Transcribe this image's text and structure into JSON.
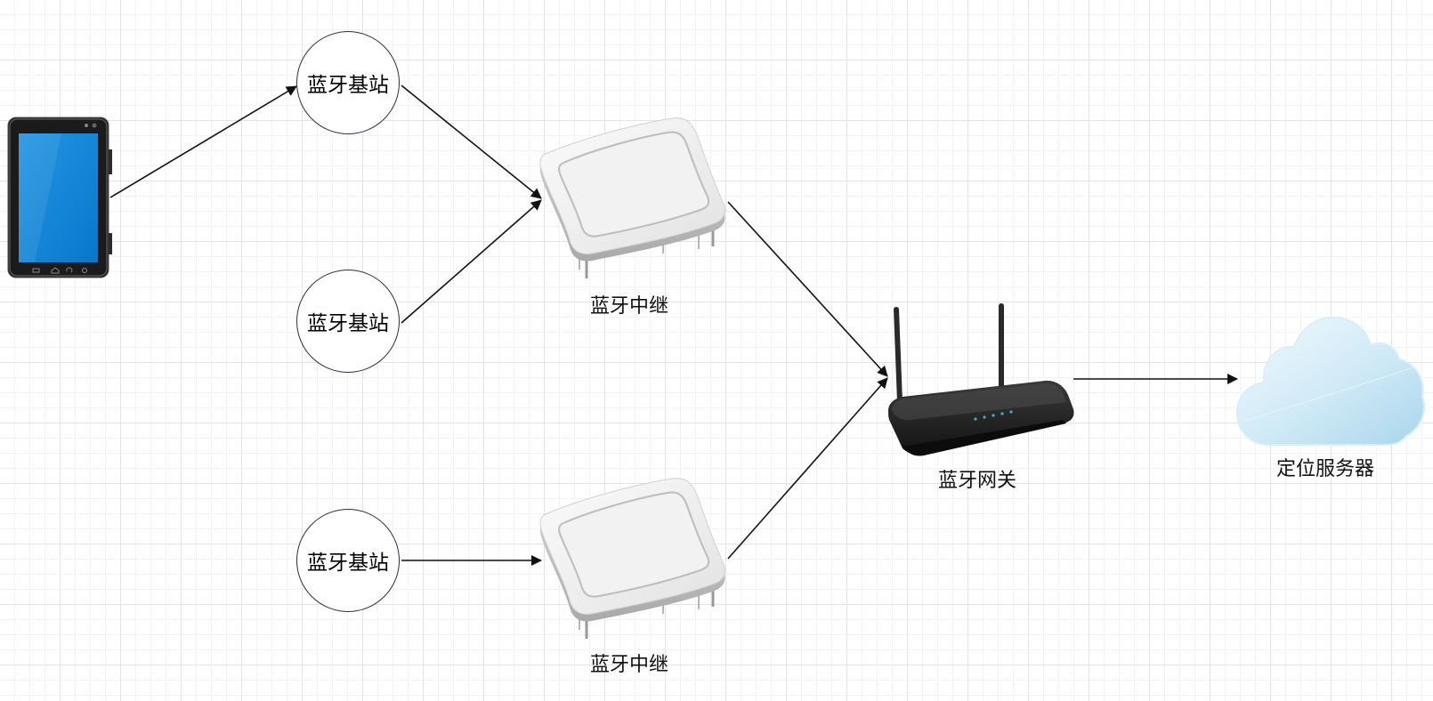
{
  "diagram": {
    "nodes": {
      "phone": {
        "icon": "tablet-phone-icon"
      },
      "station_1": {
        "label": "蓝牙基站"
      },
      "station_2": {
        "label": "蓝牙基站"
      },
      "station_3": {
        "label": "蓝牙基站"
      },
      "relay_1": {
        "label": "蓝牙中继",
        "icon": "wireless-access-point-icon"
      },
      "relay_2": {
        "label": "蓝牙中继",
        "icon": "wireless-access-point-icon"
      },
      "gateway": {
        "label": "蓝牙网关",
        "icon": "wifi-router-icon"
      },
      "server": {
        "label": "定位服务器",
        "icon": "cloud-icon"
      }
    },
    "edges": [
      {
        "from": "phone",
        "to": "station_1"
      },
      {
        "from": "station_1",
        "to": "relay_1"
      },
      {
        "from": "station_2",
        "to": "relay_1"
      },
      {
        "from": "station_3",
        "to": "relay_2"
      },
      {
        "from": "relay_1",
        "to": "gateway"
      },
      {
        "from": "relay_2",
        "to": "gateway"
      },
      {
        "from": "gateway",
        "to": "server"
      }
    ],
    "colors": {
      "screen": "#0a85d8",
      "edge": "#111111",
      "circle_border": "#2f2a4a",
      "cloud": "#bfe2f3"
    }
  }
}
